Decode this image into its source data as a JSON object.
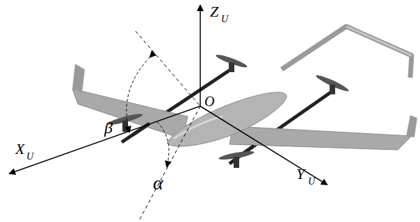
{
  "diagram": {
    "labels": [
      "Z",
      "U",
      "O",
      "X",
      "U",
      "Y",
      "U",
      "β",
      "α"
    ]
  }
}
